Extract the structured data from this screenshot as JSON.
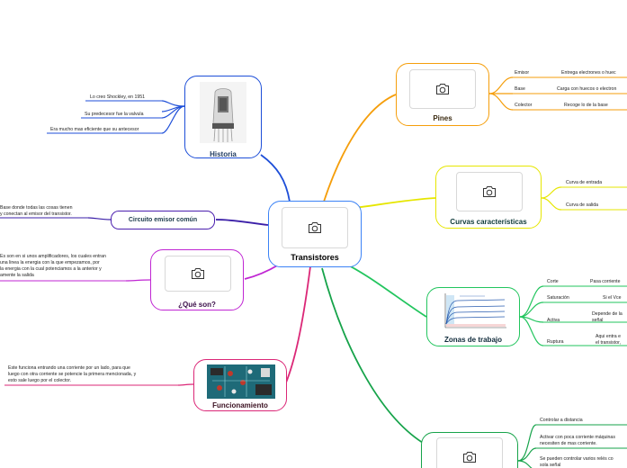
{
  "central": {
    "title": "Transistores"
  },
  "historia": {
    "title": "Historia",
    "leaves": [
      "Lo creo Shockley, en 1951",
      "Su predecesor fue la valvula",
      "Era mucho mas eficiente que su antecesor"
    ]
  },
  "circuito": {
    "title": "Circuito emisor común",
    "desc_lines": [
      "Base donde todas las cosas tienen",
      "y conectan al emisor del transistor."
    ]
  },
  "que_son": {
    "title": "¿Qué son?",
    "desc_lines": [
      "Es son en si unos amplificadores, los cuales entran",
      "una linea la energia con la que empezamos, por",
      "la energia con la cual potenciamos a la anterior y",
      "amente la salida"
    ]
  },
  "funcionamiento": {
    "title": "Funcionamiento",
    "desc_lines": [
      "Este funciona entrando una corriente por un lado, para que",
      "luego con otra corriente se potencie la primera mencionada, y",
      "esto sale luego por el colector."
    ]
  },
  "pines": {
    "title": "Pines",
    "rows": [
      {
        "name": "Emisor",
        "desc": "Entrega electrones o huec"
      },
      {
        "name": "Base",
        "desc": "Carga con huecos o electron"
      },
      {
        "name": "Colector",
        "desc": "Recoge lo de la base"
      }
    ]
  },
  "curvas": {
    "title": "Curvas características",
    "leaves": [
      "Curva de entrada",
      "Curva de salida"
    ]
  },
  "zonas": {
    "title": "Zonas de trabajo",
    "rows": [
      {
        "name": "Corte",
        "desc": [
          "Pasa corriente"
        ]
      },
      {
        "name": "Saturación",
        "desc": [
          "Si el Vce"
        ]
      },
      {
        "name": "Activa",
        "desc": [
          "Depende de la",
          "señal"
        ]
      },
      {
        "name": "Ruptura",
        "desc": [
          "Aqui entra e",
          "el transistor,"
        ]
      }
    ]
  },
  "aplicaciones": {
    "leaves": [
      [
        "Controlar a distancia"
      ],
      [
        "Activar con poca corriente máquinas",
        "necesiten de mas corriente."
      ],
      [
        "Se pueden controlar varios relés co",
        "sola señal"
      ]
    ]
  },
  "colors": {
    "historia": "#1d4ed8",
    "circuito": "#3b1fa8",
    "que_son": "#c026d3",
    "funcionamiento": "#db2777",
    "pines": "#f59e0b",
    "curvas": "#e6e600",
    "zonas": "#22c55e",
    "aplicaciones": "#16a34a",
    "central": "#3b82f6"
  },
  "icons": {
    "photo": "camera-icon"
  }
}
